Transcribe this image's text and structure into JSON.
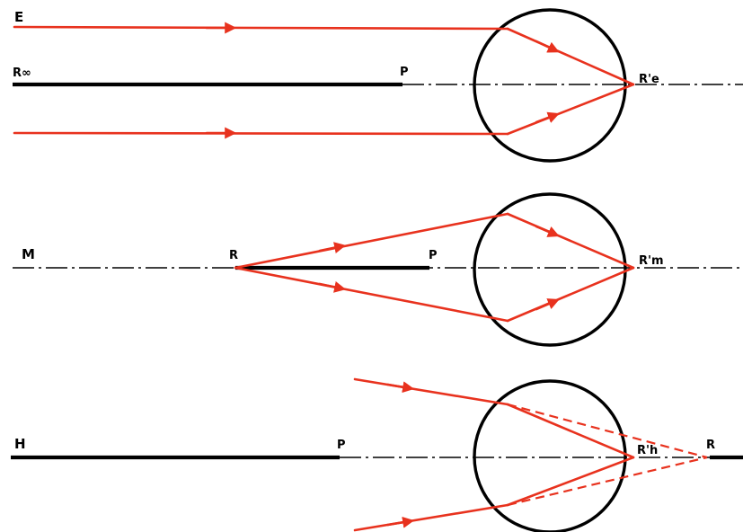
{
  "colors": {
    "ray": "#e8321e",
    "line": "#000000",
    "background": "#ffffff"
  },
  "panels": {
    "emmetropia": {
      "eye_label": "E",
      "far_point_label": "R∞",
      "near_point_label": "P",
      "image_point_label": "R'e"
    },
    "myopia": {
      "eye_label": "M",
      "far_point_label": "R",
      "near_point_label": "P",
      "image_point_label": "R'm"
    },
    "hyperopia": {
      "eye_label": "H",
      "near_point_label": "P",
      "image_point_label": "R'h",
      "far_point_label": "R"
    }
  }
}
